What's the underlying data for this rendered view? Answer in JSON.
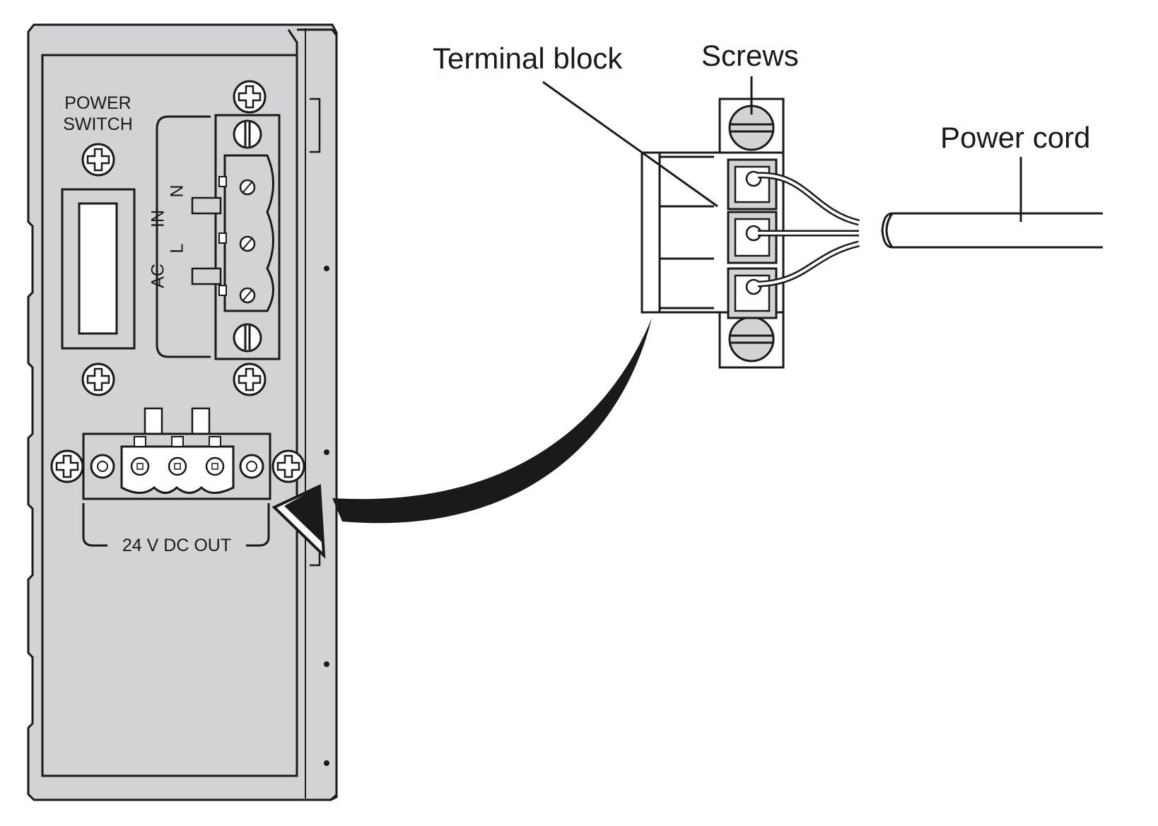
{
  "callouts": {
    "terminal_block": "Terminal block",
    "screws": "Screws",
    "power_cord": "Power cord"
  },
  "panel": {
    "power_switch_line1": "POWER",
    "power_switch_line2": "SWITCH",
    "ac_in": {
      "ac": "AC",
      "in": "IN",
      "l": "L",
      "n": "N"
    },
    "dc_out": "24 V DC OUT"
  },
  "colors": {
    "panel_fill": "#d2d3d5",
    "line": "#1a1a1a",
    "background": "#ffffff"
  }
}
